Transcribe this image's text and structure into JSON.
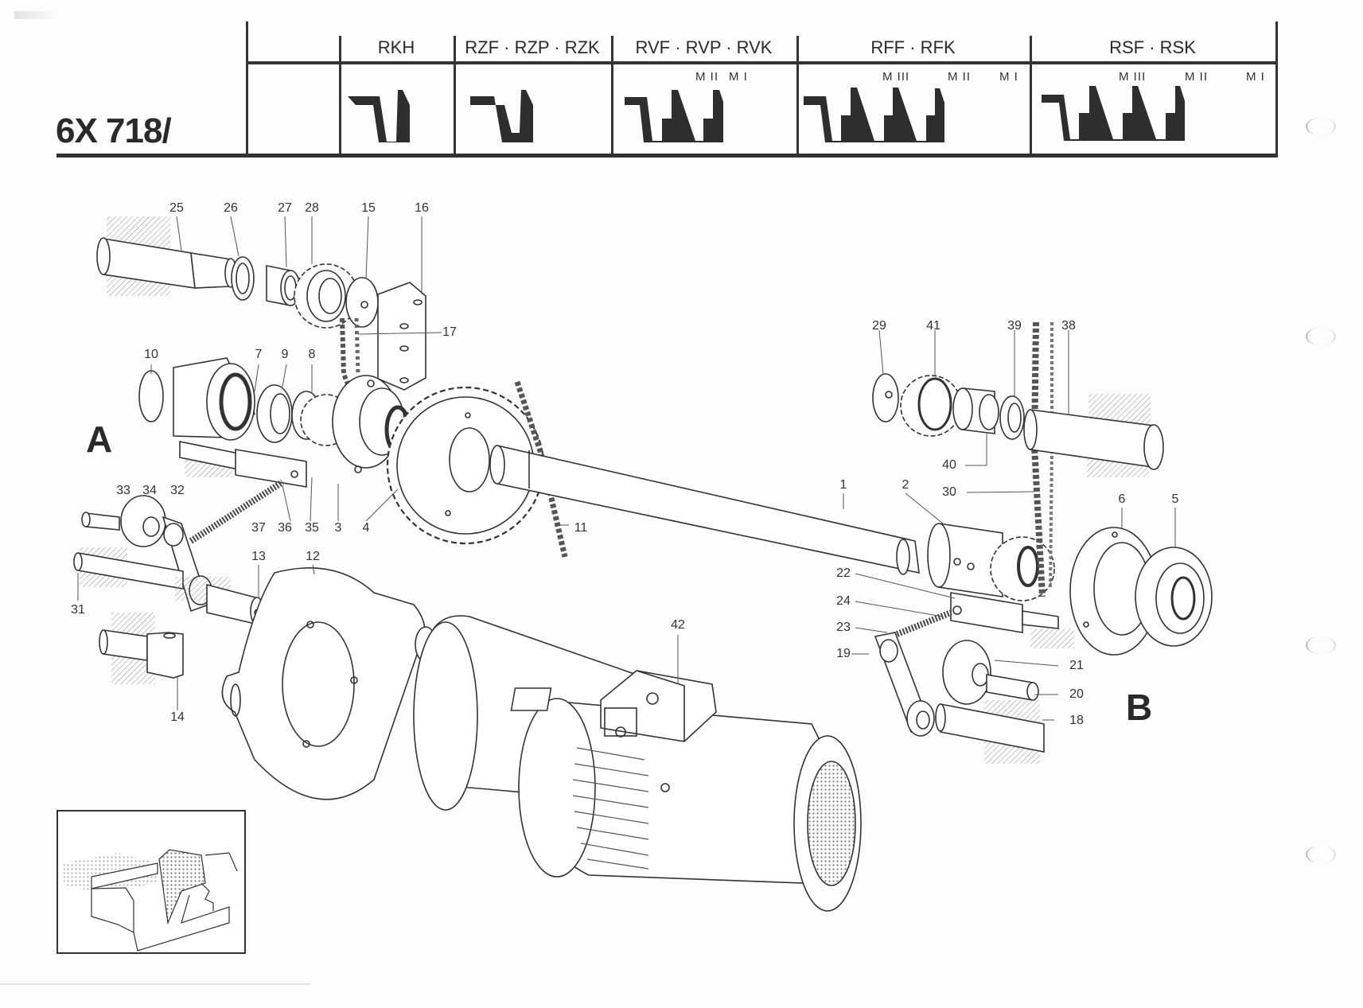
{
  "document": {
    "code": "6X 718/",
    "section_labels": [
      "A",
      "B"
    ]
  },
  "header_table": {
    "columns": [
      {
        "title": "",
        "profiles": []
      },
      {
        "title": "RKH",
        "modules": [],
        "profile": "single-tooth"
      },
      {
        "title": "RZF · RZP · RZK",
        "modules": [],
        "profile": "single-tooth"
      },
      {
        "title": "RVF · RVP · RVK",
        "modules": [
          "M II",
          "M I"
        ],
        "profile": "two-tooth"
      },
      {
        "title": "RFF · RFK",
        "modules": [
          "M III",
          "M II",
          "M I"
        ],
        "profile": "three-tooth"
      },
      {
        "title": "RSF · RSK",
        "modules": [
          "M III",
          "M II",
          "M I"
        ],
        "profile": "three-tooth"
      }
    ]
  },
  "callouts": [
    {
      "id": "25",
      "label": "25"
    },
    {
      "id": "26",
      "label": "26"
    },
    {
      "id": "27",
      "label": "27"
    },
    {
      "id": "28",
      "label": "28"
    },
    {
      "id": "15",
      "label": "15"
    },
    {
      "id": "16",
      "label": "16"
    },
    {
      "id": "17",
      "label": "17"
    },
    {
      "id": "10",
      "label": "10"
    },
    {
      "id": "7",
      "label": "7"
    },
    {
      "id": "9",
      "label": "9"
    },
    {
      "id": "8",
      "label": "8"
    },
    {
      "id": "33",
      "label": "33"
    },
    {
      "id": "34",
      "label": "34"
    },
    {
      "id": "32",
      "label": "32"
    },
    {
      "id": "37",
      "label": "37"
    },
    {
      "id": "36",
      "label": "36"
    },
    {
      "id": "35",
      "label": "35"
    },
    {
      "id": "3",
      "label": "3"
    },
    {
      "id": "4",
      "label": "4"
    },
    {
      "id": "11",
      "label": "11"
    },
    {
      "id": "13",
      "label": "13"
    },
    {
      "id": "12",
      "label": "12"
    },
    {
      "id": "31",
      "label": "31"
    },
    {
      "id": "14",
      "label": "14"
    },
    {
      "id": "42",
      "label": "42"
    },
    {
      "id": "1",
      "label": "1"
    },
    {
      "id": "2",
      "label": "2"
    },
    {
      "id": "29",
      "label": "29"
    },
    {
      "id": "41",
      "label": "41"
    },
    {
      "id": "39",
      "label": "39"
    },
    {
      "id": "38",
      "label": "38"
    },
    {
      "id": "40",
      "label": "40"
    },
    {
      "id": "30",
      "label": "30"
    },
    {
      "id": "6",
      "label": "6"
    },
    {
      "id": "5",
      "label": "5"
    },
    {
      "id": "22",
      "label": "22"
    },
    {
      "id": "24",
      "label": "24"
    },
    {
      "id": "23",
      "label": "23"
    },
    {
      "id": "19",
      "label": "19"
    },
    {
      "id": "21",
      "label": "21"
    },
    {
      "id": "20",
      "label": "20"
    },
    {
      "id": "18",
      "label": "18"
    }
  ],
  "colors": {
    "ink": "#2a2a2a",
    "line": "#333333",
    "paper": "#fdfdfd",
    "hatch": "#888888"
  }
}
